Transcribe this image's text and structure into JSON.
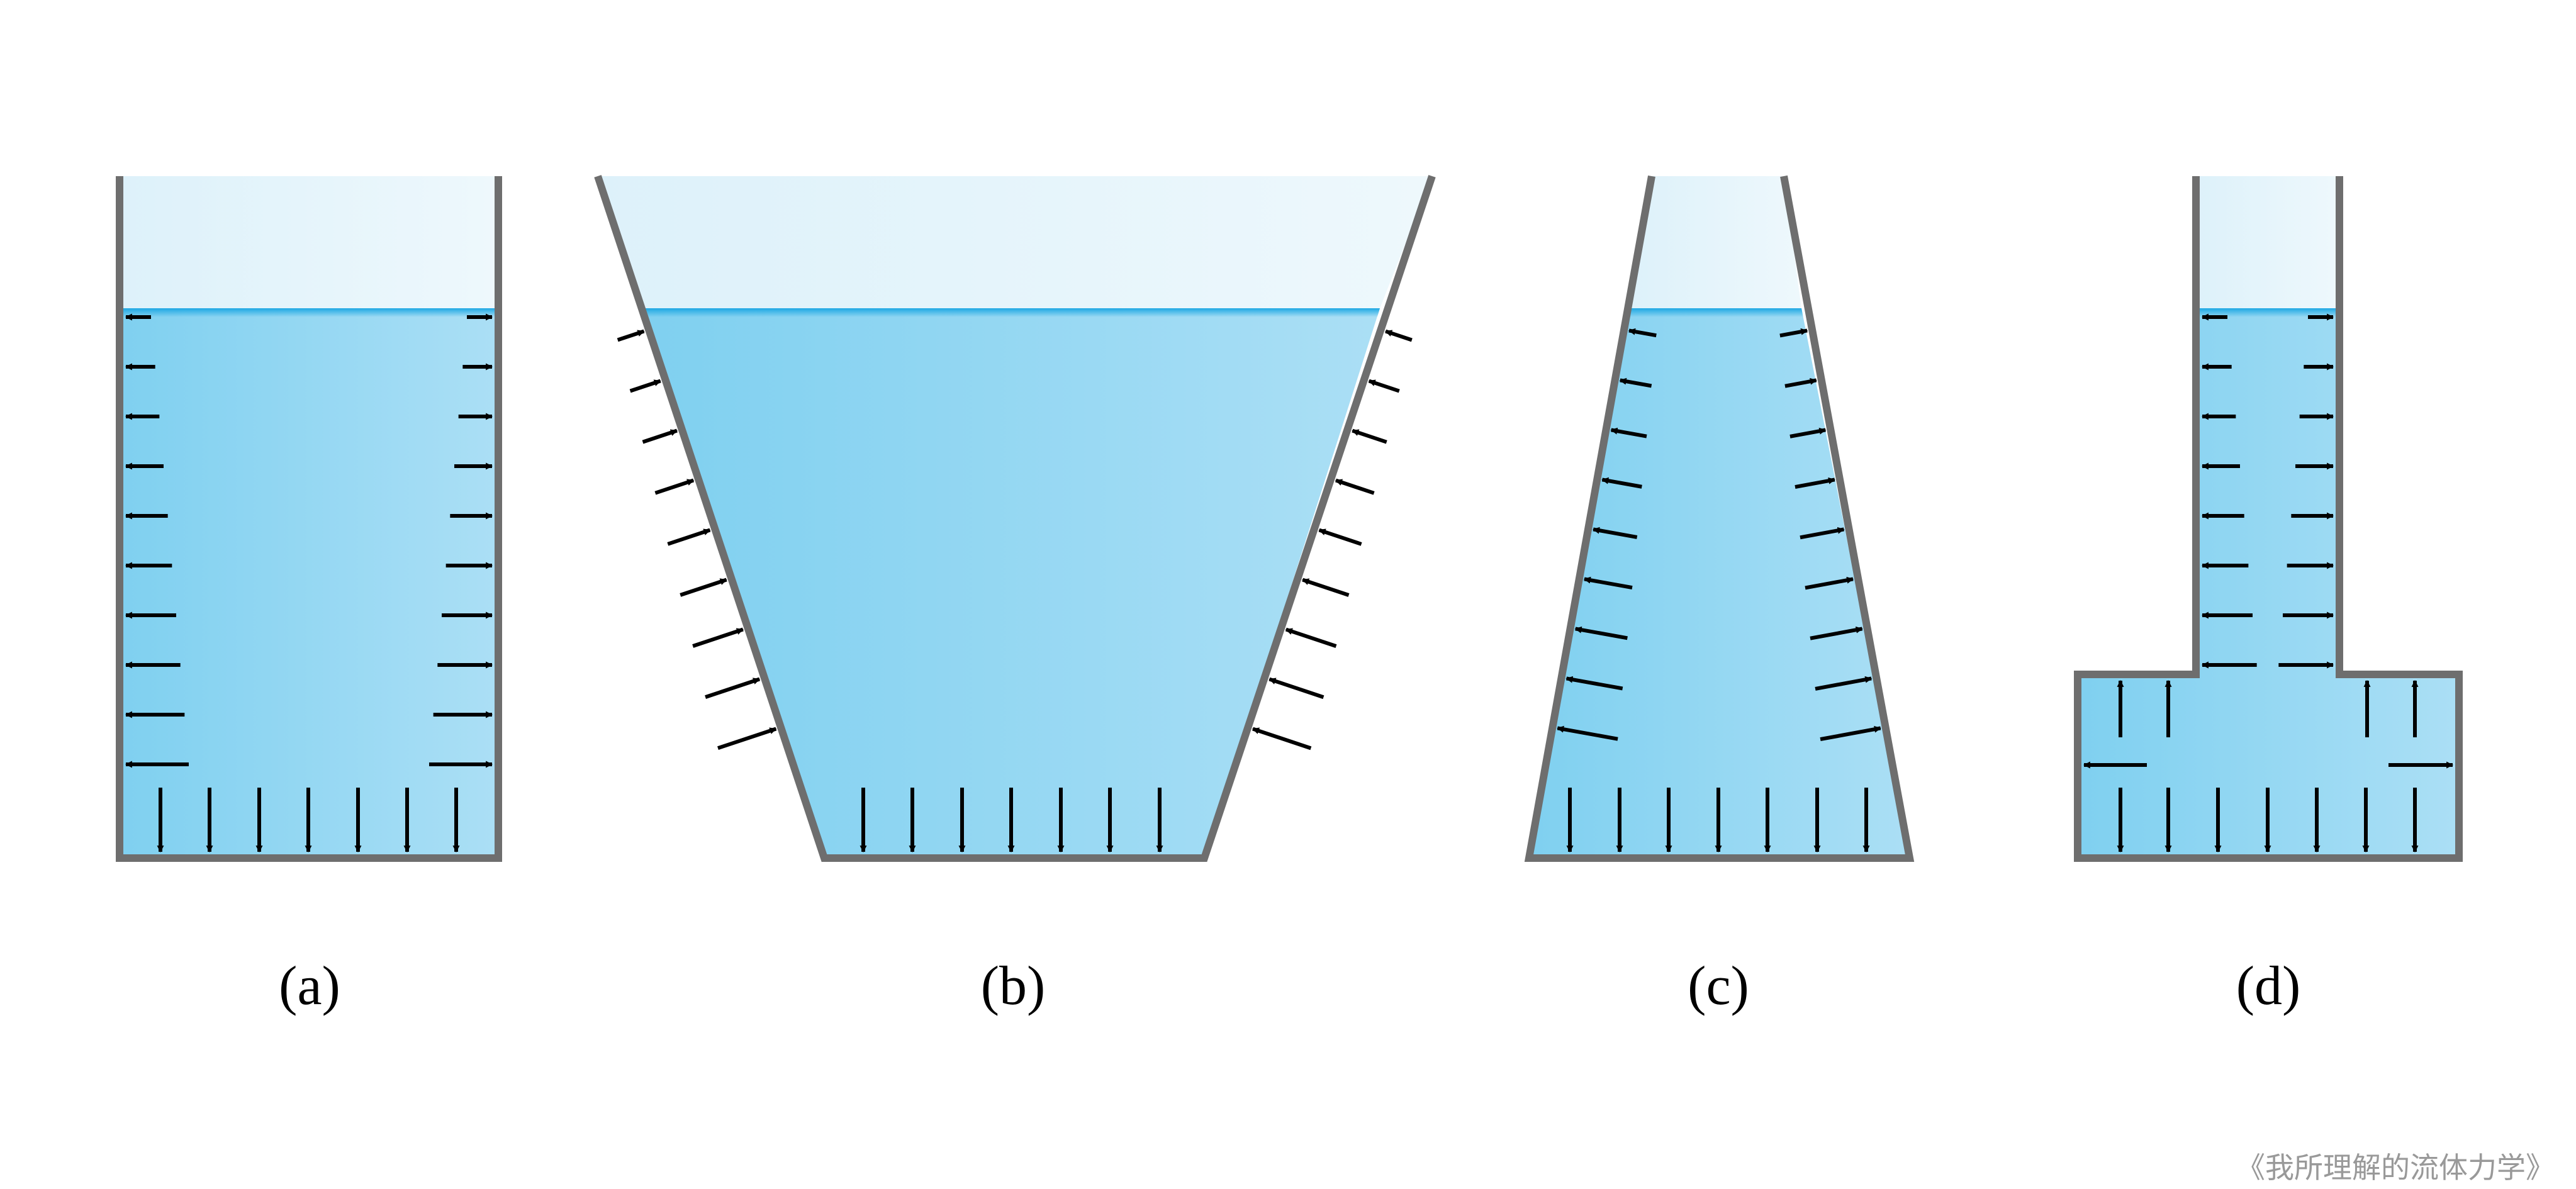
{
  "figure": {
    "panels": [
      {
        "id": "a",
        "label": "(a)",
        "shape": "straight-walled container"
      },
      {
        "id": "b",
        "label": "(b)",
        "shape": "container widening upward"
      },
      {
        "id": "c",
        "label": "(c)",
        "shape": "container narrowing upward"
      },
      {
        "id": "d",
        "label": "(d)",
        "shape": "narrow tube on wide base"
      }
    ],
    "credit": "《我所理解的流体力学》"
  },
  "colors": {
    "wall": "#6e6e6e",
    "water_deep": "#7fd0f0",
    "water_light": "#abdff5",
    "air": "#e6f4fb",
    "surface_line": "#1ea8e3",
    "arrow": "#000000",
    "credit_text": "#999999"
  },
  "icons": {
    "pressure_arrow": "arrow-icon"
  }
}
